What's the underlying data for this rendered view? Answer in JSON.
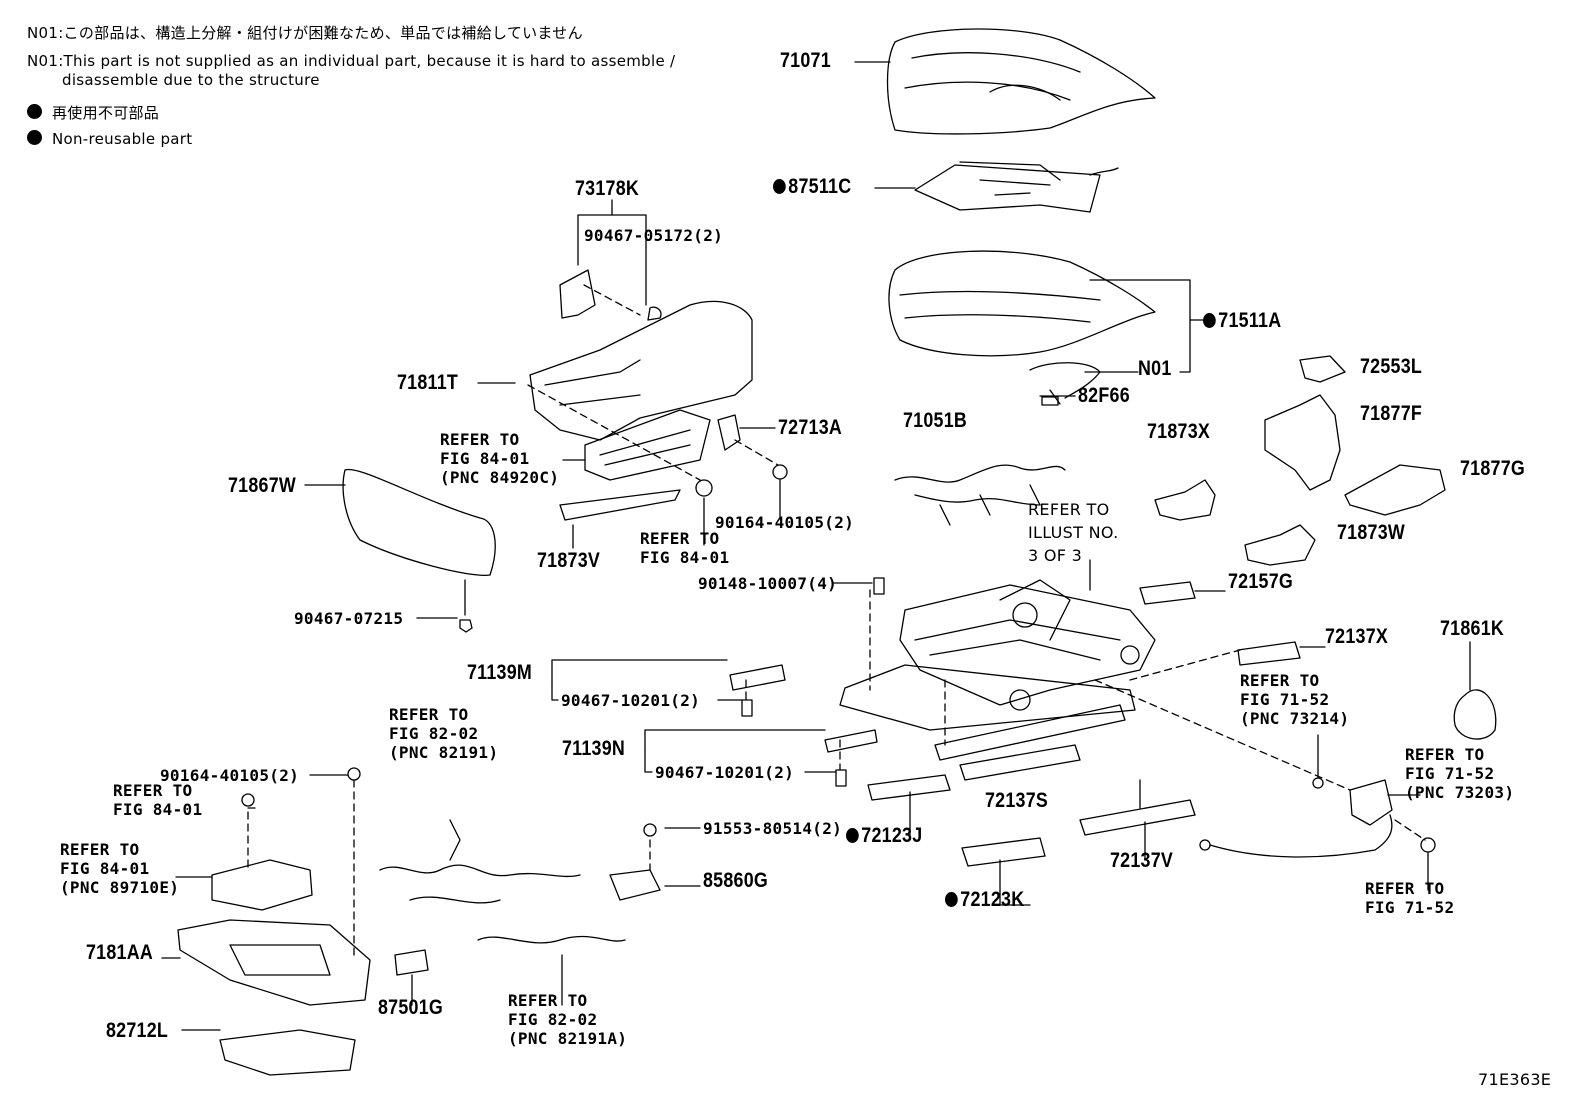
{
  "notes": {
    "n01_ja": "N01:この部品は、構造上分解・組付けが困難なため、単品では補給していません",
    "n01_en_line1": "N01:This part is not supplied as an individual part, because it is hard to assemble /",
    "n01_en_line2": "disassemble due to the structure",
    "legend_ja": "再使用不可部品",
    "legend_en": "Non-reusable part"
  },
  "figure_code": "71E363E",
  "parts": {
    "p71071": "71071",
    "p87511C": "87511C",
    "p71511A": "71511A",
    "pN01": "N01",
    "p82F66": "82F66",
    "p73178K": "73178K",
    "p90467_05172": "90467-05172(2)",
    "p71811T": "71811T",
    "p72713A": "72713A",
    "p71051B": "71051B",
    "p71873X": "71873X",
    "p72553L": "72553L",
    "p71877F": "71877F",
    "p71877G": "71877G",
    "p71867W": "71867W",
    "p90164_40105_top": "90164-40105(2)",
    "p71873V": "71873V",
    "p71873W": "71873W",
    "p90148_10007": "90148-10007(4)",
    "p72157G": "72157G",
    "p90467_07215": "90467-07215",
    "p72137X": "72137X",
    "p71861K": "71861K",
    "p71139M": "71139M",
    "p90467_10201_a": "90467-10201(2)",
    "p71139N": "71139N",
    "p90467_10201_b": "90467-10201(2)",
    "p90164_40105_bot": "90164-40105(2)",
    "p91553_80514": "91553-80514(2)",
    "p72137S": "72137S",
    "p72123J": "72123J",
    "p85860G": "85860G",
    "p72137V": "72137V",
    "p72123K": "72123K",
    "p7181AA": "7181AA",
    "p87501G": "87501G",
    "p82712L": "82712L"
  },
  "refs": {
    "r1": [
      "REFER TO",
      "FIG 84-01",
      "(PNC 84920C)"
    ],
    "r2": [
      "REFER TO",
      "FIG 84-01"
    ],
    "r3": [
      "REFER TO",
      "ILLUST NO.",
      "3 OF 3"
    ],
    "r4": [
      "REFER TO",
      "FIG 71-52",
      "(PNC 73214)"
    ],
    "r5": [
      "REFER TO",
      "FIG 71-52",
      "(PNC 73203)"
    ],
    "r6": [
      "REFER TO",
      "FIG 82-02",
      "(PNC 82191)"
    ],
    "r7": [
      "REFER TO",
      "FIG 84-01"
    ],
    "r8": [
      "REFER TO",
      "FIG 84-01",
      "(PNC 89710E)"
    ],
    "r9": [
      "REFER TO",
      "FIG 71-52"
    ],
    "r10": [
      "REFER TO",
      "FIG 82-02",
      "(PNC 82191A)"
    ]
  }
}
